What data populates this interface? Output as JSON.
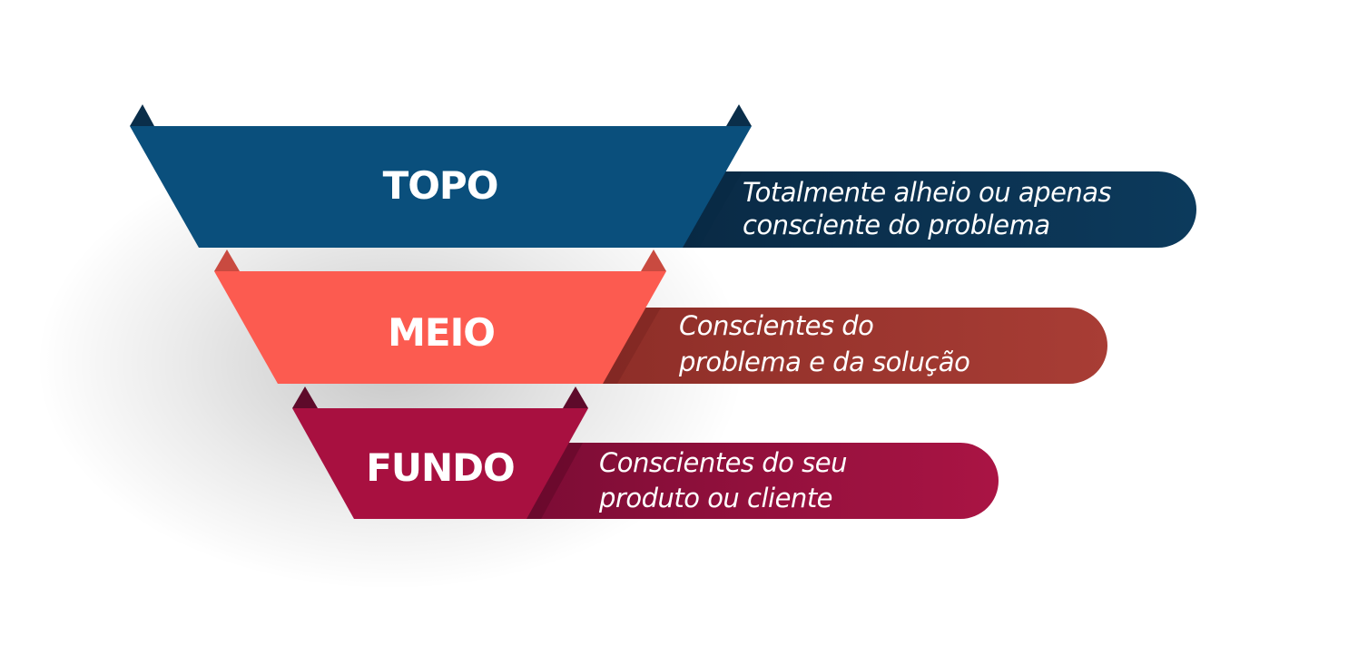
{
  "colors": {
    "topo": "#0a4f7c",
    "topo_dark": "#093352",
    "topo_pill": "#0b3352",
    "meio": "#fc5b50",
    "meio_dark": "#c0392b",
    "meio_pill": "#a03a33",
    "fundo": "#a81040",
    "fundo_dark": "#6e0a2e",
    "fundo_pill": "#a51342"
  },
  "stages": [
    {
      "label": "TOPO",
      "description_line1": "Totalmente alheio ou apenas",
      "description_line2": "consciente do problema"
    },
    {
      "label": "MEIO",
      "description_line1": "Conscientes do",
      "description_line2": "problema e da solução"
    },
    {
      "label": "FUNDO",
      "description_line1": "Conscientes do seu",
      "description_line2": "produto ou cliente"
    }
  ]
}
